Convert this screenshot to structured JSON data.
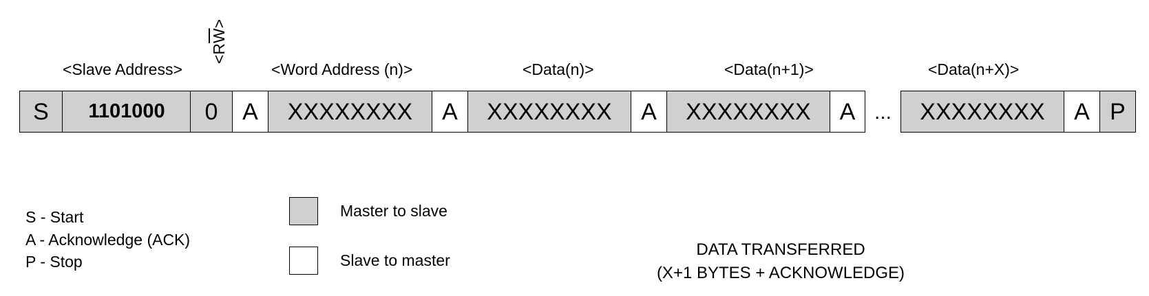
{
  "colors": {
    "master_to_slave": "#d0d0d0",
    "slave_to_master": "#ffffff",
    "border": "#000000"
  },
  "labels": {
    "slave_address": "<Slave Address>",
    "rw_prefix": "<R",
    "rw_overlined": "W",
    "rw_suffix": ">",
    "word_address": "<Word Address (n)>",
    "data_n": "<Data(n)>",
    "data_n1": "<Data(n+1)>",
    "data_nx": "<Data(n+X)>"
  },
  "frame": [
    {
      "text": "S",
      "dir": "master"
    },
    {
      "text": "1101000",
      "dir": "master"
    },
    {
      "text": "0",
      "dir": "master"
    },
    {
      "text": "A",
      "dir": "slave"
    },
    {
      "text": "XXXXXXXX",
      "dir": "master"
    },
    {
      "text": "A",
      "dir": "slave"
    },
    {
      "text": "XXXXXXXX",
      "dir": "master"
    },
    {
      "text": "A",
      "dir": "slave"
    },
    {
      "text": "XXXXXXXX",
      "dir": "master"
    },
    {
      "text": "A",
      "dir": "slave"
    },
    {
      "text": "...",
      "dir": "none"
    },
    {
      "text": "XXXXXXXX",
      "dir": "master"
    },
    {
      "text": "A",
      "dir": "slave"
    },
    {
      "text": "P",
      "dir": "master"
    }
  ],
  "legend": {
    "abbreviations": [
      "S - Start",
      "A - Acknowledge (ACK)",
      "P - Stop"
    ],
    "master_to_slave": "Master to slave",
    "slave_to_master": "Slave to master"
  },
  "note": {
    "line1": "DATA TRANSFERRED",
    "line2": "(X+1 BYTES + ACKNOWLEDGE)"
  }
}
